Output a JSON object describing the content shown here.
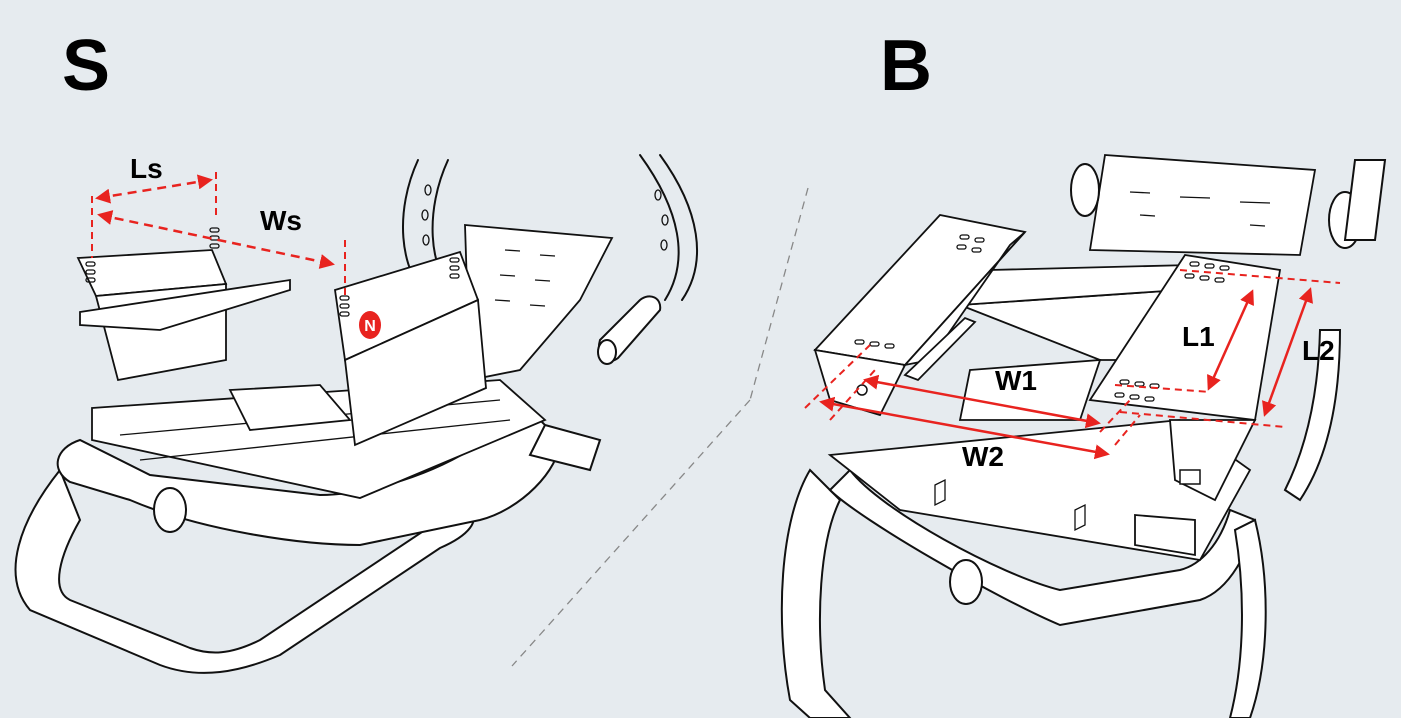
{
  "panels": {
    "left": {
      "label": "S"
    },
    "right": {
      "label": "B"
    }
  },
  "dimensions": {
    "ls": "Ls",
    "ws": "Ws",
    "w1": "W1",
    "w2": "W2",
    "l1": "L1",
    "l2": "L2"
  },
  "colors": {
    "background": "#e6ebef",
    "accent": "#e8231f",
    "line": "#111111"
  },
  "logo": {
    "letter": "N"
  }
}
